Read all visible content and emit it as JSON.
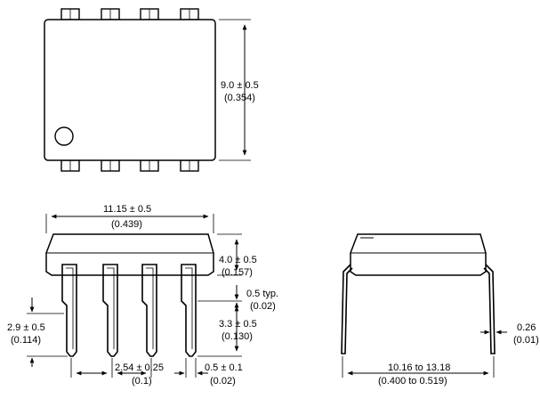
{
  "top_view": {
    "height_dim": "9.0 ± 0.5",
    "height_dim_in": "(0.354)"
  },
  "side_view": {
    "width_dim": "11.15 ± 0.5",
    "width_dim_in": "(0.439)",
    "body_height_dim": "4.0 ± 0.5",
    "body_height_dim_in": "(0.157)",
    "standoff_dim": "0.5 typ.",
    "standoff_dim_in": "(0.02)",
    "seat_height_dim": "3.3 ± 0.5",
    "seat_height_dim_in": "(0.130)",
    "lead_length_dim": "2.9 ± 0.5",
    "lead_length_dim_in": "(0.114)",
    "pitch_dim": "2.54 ± 0.25",
    "pitch_dim_in": "(0.1)",
    "lead_width_dim": "0.5 ± 0.1",
    "lead_width_dim_in": "(0.02)"
  },
  "end_view": {
    "thickness_dim": "0.26",
    "thickness_dim_in": "(0.01)",
    "row_spacing_dim": "10.16 to 13.18",
    "row_spacing_dim_in": "(0.400 to 0.519)"
  }
}
